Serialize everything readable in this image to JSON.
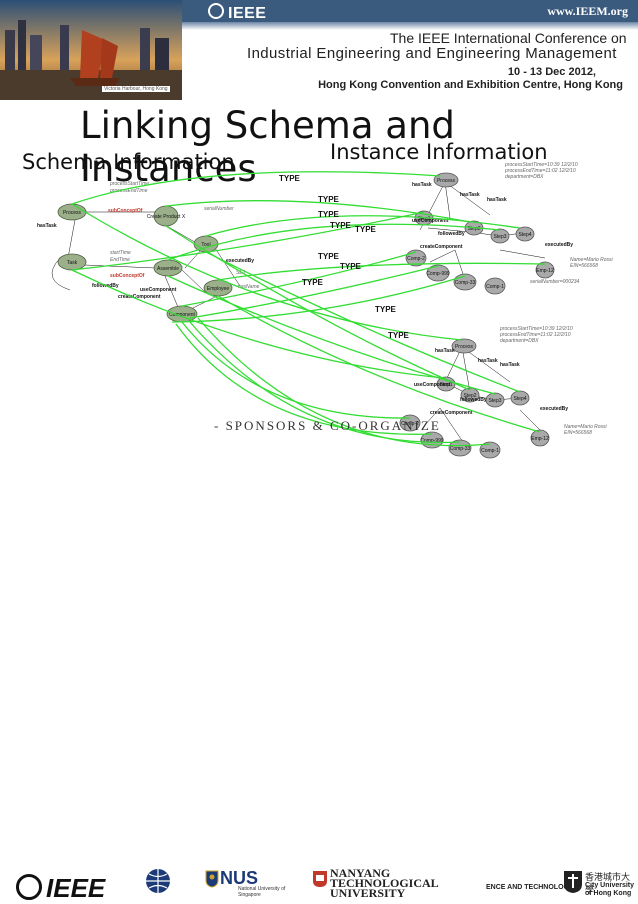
{
  "header": {
    "org_logo": "IEEE",
    "url": "www.IEEM.org",
    "conference_line1": "The IEEE International Conference on",
    "conference_line2": "Industrial Engineering and Engineering Management",
    "dates": "10 - 13 Dec 2012,",
    "venue": "Hong Kong Convention and Exhibition Centre, Hong Kong",
    "photo_caption": "Victoria Harbour, Hong Kong"
  },
  "slide": {
    "title": "Linking Schema and Instances",
    "schema_label": "Schema Information",
    "instance_label": "Instance Information"
  },
  "schema": {
    "nodes": [
      "Process",
      "Task",
      "Create Product X",
      "Tool",
      "Assemble",
      "Employee",
      "Component"
    ],
    "edge_labels": [
      "processStartTime",
      "processEndTime",
      "hasTask",
      "subConceptOf",
      "startTime",
      "EndTime",
      "subConceptOf",
      "followedBy",
      "useComponent",
      "createComponent",
      "executedBy",
      "SE1",
      "serialNumber",
      "hasName"
    ]
  },
  "type_labels": [
    "TYPE",
    "TYPE",
    "TYPE",
    "TYPE",
    "TYPE",
    "TYPE",
    "TYPE",
    "TYPE",
    "TYPE",
    "TYPE"
  ],
  "instances": {
    "top": {
      "attributes": [
        "processStartTime=10:39 12/2/10",
        "processEndTime=11:02 12/2/10",
        "department=DBX"
      ],
      "nodes": [
        "Process",
        "Step1",
        "Step2",
        "Step3",
        "Step4",
        "Comp-2",
        "Comp-999",
        "Comp-33",
        "Comp-1",
        "Emp-12"
      ],
      "labels": [
        "hasTask",
        "hasTask",
        "hasTask",
        "followedBy",
        "useComponent",
        "createComponent",
        "executedBy",
        "Name=Mario Rossi",
        "EIN=566568",
        "serialNumber=000234"
      ]
    },
    "bottom": {
      "attributes": [
        "processStartTime=10:39 12/2/10",
        "processEndTime=11:02 12/2/10",
        "department=DBX"
      ],
      "nodes": [
        "Process",
        "Step1",
        "Step2",
        "Step3",
        "Step4",
        "Comp-2",
        "Comp-999",
        "Comp-33",
        "Comp-1",
        "Emp-12"
      ],
      "labels": [
        "hasTask",
        "hasTask",
        "hasTask",
        "followedBy",
        "useComponent",
        "createComponent",
        "executedBy",
        "Name=Mario Rossi",
        "EIN=566568"
      ]
    }
  },
  "footer": {
    "sponsors_label": "- SPONSORS & CO-ORGANIZE",
    "logos": [
      "IEEE",
      "NUS",
      "NANYANG TECHNOLOGICAL UNIVERSITY",
      "香港城市大學",
      "City University of Hong Kong"
    ],
    "nus_sub": "National University of Singapore",
    "partial_text": "ENCE AND TECHNOLOGY"
  }
}
